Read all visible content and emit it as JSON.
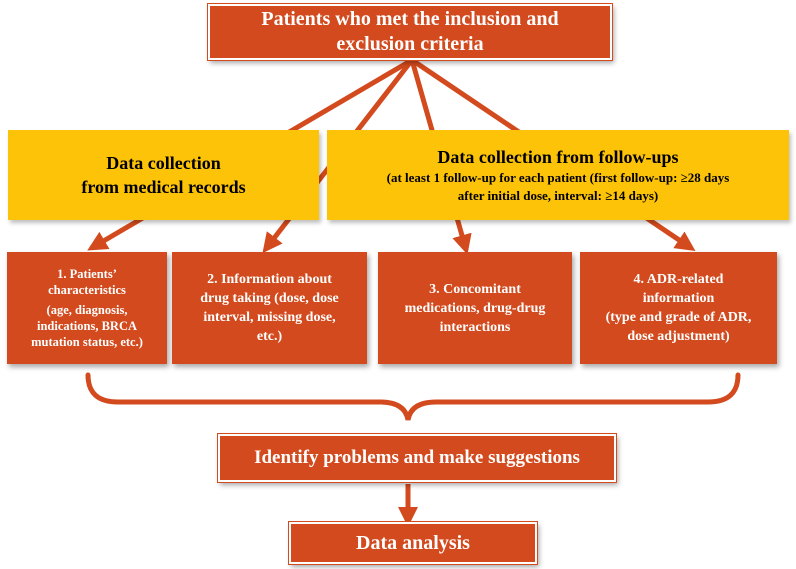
{
  "colors": {
    "primary": "#d24a1d",
    "secondary": "#fdc308",
    "text_light": "#ffffff",
    "text_dark": "#000000"
  },
  "top": {
    "line1": "Patients who met the inclusion and",
    "line2": "exclusion criteria"
  },
  "records": {
    "line1": "Data collection",
    "line2": "from medical records"
  },
  "followups": {
    "title": "Data collection from follow-ups",
    "line1": "(at least 1 follow-up for each patient (first follow-up: ≥28 days",
    "line2": "after initial dose, interval: ≥14 days)"
  },
  "items": [
    {
      "lines": [
        "1. Patients’",
        "characteristics",
        "(age, diagnosis,",
        "indications, BRCA",
        "mutation status, etc.)"
      ]
    },
    {
      "lines": [
        "2. Information about",
        "drug taking (dose, dose",
        "interval, missing dose,",
        "etc.)"
      ]
    },
    {
      "lines": [
        "3. Concomitant",
        "medications, drug-drug",
        "interactions"
      ]
    },
    {
      "lines": [
        "4. ADR-related",
        "information",
        "(type and grade of ADR,",
        "dose adjustment)"
      ]
    }
  ],
  "identify": {
    "label": "Identify problems and make suggestions"
  },
  "analysis": {
    "label": "Data analysis"
  }
}
